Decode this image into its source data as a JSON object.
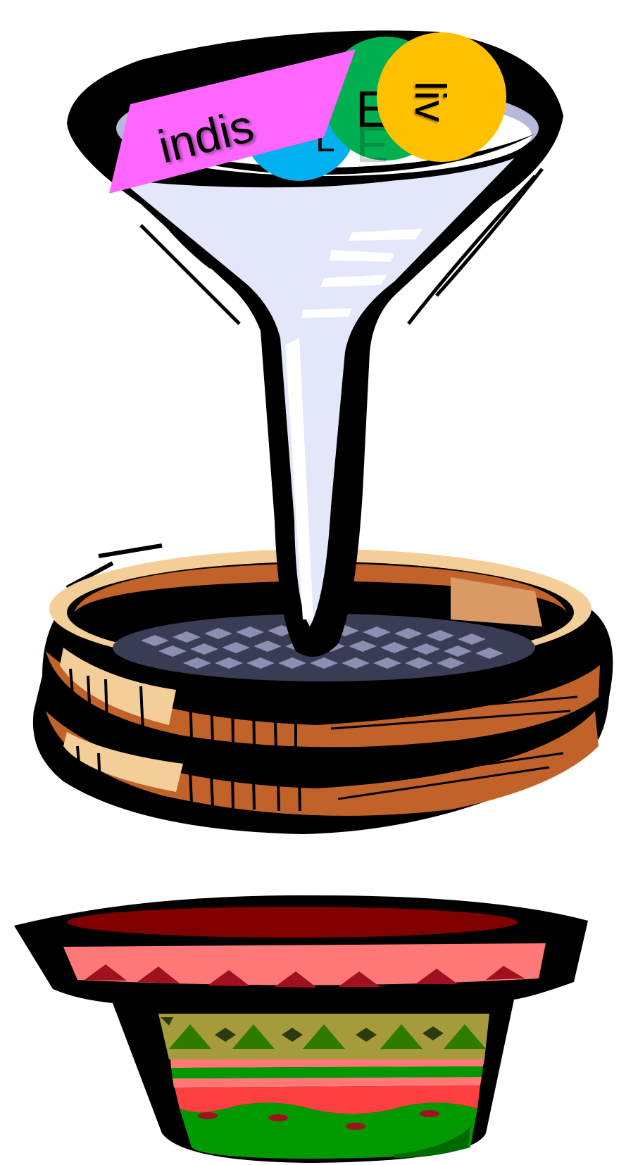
{
  "labels": {
    "indis": "indis",
    "liv": "liv",
    "green_partial": "E",
    "blue_partial": "L"
  },
  "colors": {
    "magenta": "#FF66FF",
    "green": "#00B050",
    "yellow": "#FFC000",
    "cyan": "#00B0F0",
    "funnel": "#E4E6FA",
    "funnel_shade": "#B6B9D9",
    "wood_dark": "#C0622A",
    "wood_light": "#F3CE98",
    "mesh": "#8E8FB0",
    "pot_red": "#800000",
    "pot_pink": "#FF7878",
    "pot_olive": "#A69B3B",
    "pot_green": "#009A00",
    "pot_band": "#FF4040"
  }
}
